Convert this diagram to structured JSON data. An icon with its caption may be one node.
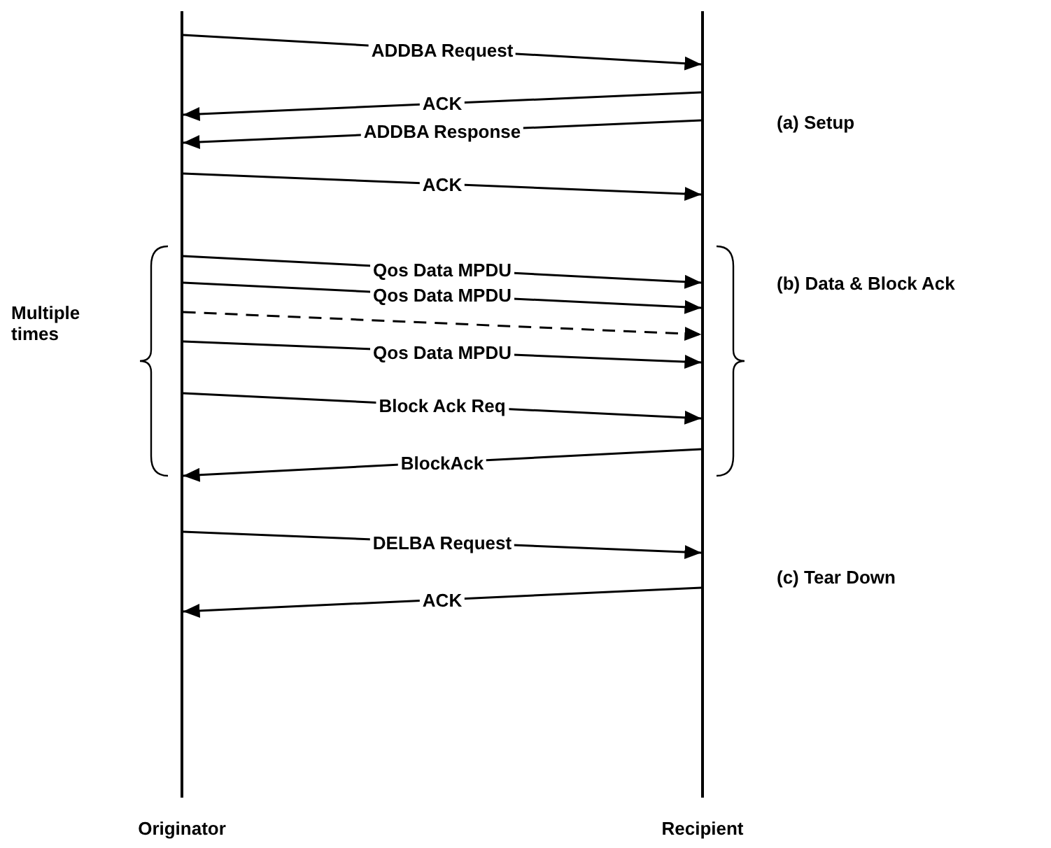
{
  "diagram": {
    "nodes": [
      {
        "text": [
          "Originator"
        ]
      },
      {
        "text": [
          "Recipient"
        ]
      }
    ],
    "edges": [
      {
        "from": 0,
        "to": 1,
        "arrow": "to",
        "label": "ADDBA Request"
      },
      {
        "from": 1,
        "to": 0,
        "arrow": "to",
        "label": "ACK"
      },
      {
        "from": 1,
        "to": 0,
        "arrow": "to",
        "label": "ADDBA Response"
      },
      {
        "from": 0,
        "to": 1,
        "arrow": "to",
        "label": "ACK"
      },
      {
        "from": 0,
        "to": 1,
        "arrow": "to",
        "label": "Qos Data MPDU"
      },
      {
        "from": 0,
        "to": 1,
        "arrow": "to",
        "label": "Qos Data MPDU"
      },
      {
        "from": 0,
        "to": 1,
        "arrow": "to",
        "style": "dashed"
      },
      {
        "from": 0,
        "to": 1,
        "arrow": "to",
        "label": "Qos Data MPDU"
      },
      {
        "from": 0,
        "to": 1,
        "arrow": "to",
        "label": "Block Ack Req"
      },
      {
        "from": 1,
        "to": 0,
        "arrow": "to",
        "label": "BlockAck"
      },
      {
        "from": 0,
        "to": 1,
        "arrow": "to",
        "label": "DELBA Request"
      },
      {
        "from": 1,
        "to": 0,
        "arrow": "to",
        "label": "ACK"
      }
    ],
    "labels": [
      "(a) Setup",
      "(b) Data & Block Ack",
      "Multiple times",
      "(c) Tear Down"
    ]
  }
}
